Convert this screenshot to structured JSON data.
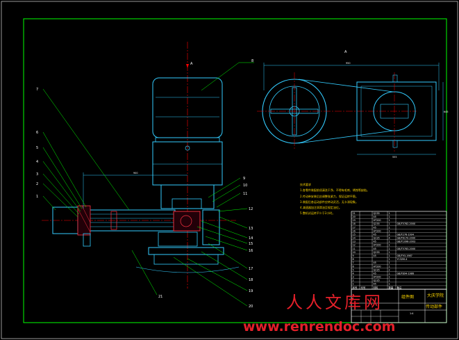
{
  "view_label": "A",
  "colors": {
    "background": "#000000",
    "frame": "#00ff00",
    "outline": "#33ccff",
    "leader": "#00ff00",
    "centerline": "#ff0000",
    "hatch": "#ff3344",
    "text": "#ffffff",
    "notes": "#ffd800",
    "watermark": "#e4202a"
  },
  "dimensions": {
    "top_width": "950",
    "side_height": "645",
    "shaft_length": "900",
    "pulley_base": "555"
  },
  "balloons_left": [
    "7",
    "6",
    "5",
    "4",
    "3",
    "2",
    "1"
  ],
  "balloon_top": "8",
  "balloons_right": [
    "9",
    "10",
    "11",
    "12",
    "13",
    "14",
    "15",
    "16",
    "17",
    "18",
    "19",
    "20",
    "21"
  ],
  "tech_notes": {
    "heading": "技术要求",
    "lines": [
      "1.各零件装配前须清洗干净，不得有毛刺、锈蚀等缺陷。",
      "2.传动带安装后应调整张紧力，保证运转平稳。",
      "3.装配后各运动部件应转动灵活，无卡滞现象。",
      "4.减速器加注润滑油至规定油位。",
      "5.整机试运转不少于2小时。"
    ]
  },
  "bom_rows": [
    [
      "21",
      "",
      "Q235",
      "1",
      ""
    ],
    [
      "20",
      "",
      "45",
      "1",
      ""
    ],
    [
      "19",
      "",
      "HT200",
      "1",
      ""
    ],
    [
      "18",
      "",
      "Q235",
      "1",
      "GB/T5782-2000"
    ],
    [
      "17",
      "",
      "45",
      "1",
      ""
    ],
    [
      "16",
      "",
      "HT200",
      "1",
      ""
    ],
    [
      "15",
      "",
      "45",
      "2",
      "GB/T276-1994"
    ],
    [
      "14",
      "",
      "Q235",
      "4",
      "GB/T6170-2000"
    ],
    [
      "13",
      "",
      "45",
      "1",
      "GB/T1096-2003"
    ],
    [
      "12",
      "",
      "HT200",
      "1",
      ""
    ],
    [
      "11",
      "",
      "45",
      "1",
      "GB/T5783-2000"
    ],
    [
      "10",
      "",
      "Q235",
      "1",
      ""
    ],
    [
      "9",
      "",
      "45",
      "1",
      "GB/T93-1987"
    ],
    [
      "8",
      "",
      "",
      "1",
      "Y132M-4"
    ],
    [
      "7",
      "",
      "45",
      "1",
      ""
    ],
    [
      "6",
      "",
      "HT200",
      "1",
      ""
    ],
    [
      "5",
      "",
      "Q235",
      "2",
      ""
    ],
    [
      "4",
      "",
      "45",
      "1",
      "GB/T894-1986"
    ],
    [
      "3",
      "",
      "HT200",
      "1",
      ""
    ],
    [
      "2",
      "",
      "Q235",
      "1",
      ""
    ],
    [
      "1",
      "",
      "45",
      "1",
      ""
    ]
  ],
  "bom_header": [
    "序号",
    "代号",
    "材料",
    "数量",
    "备注"
  ],
  "title_block": {
    "drawing_name": "传动部件",
    "school": "大庆学院",
    "part_label": "组件图",
    "scale": "1:4"
  },
  "watermark": {
    "chinese": "人人文库网",
    "url": "www.renrendoc.com"
  }
}
